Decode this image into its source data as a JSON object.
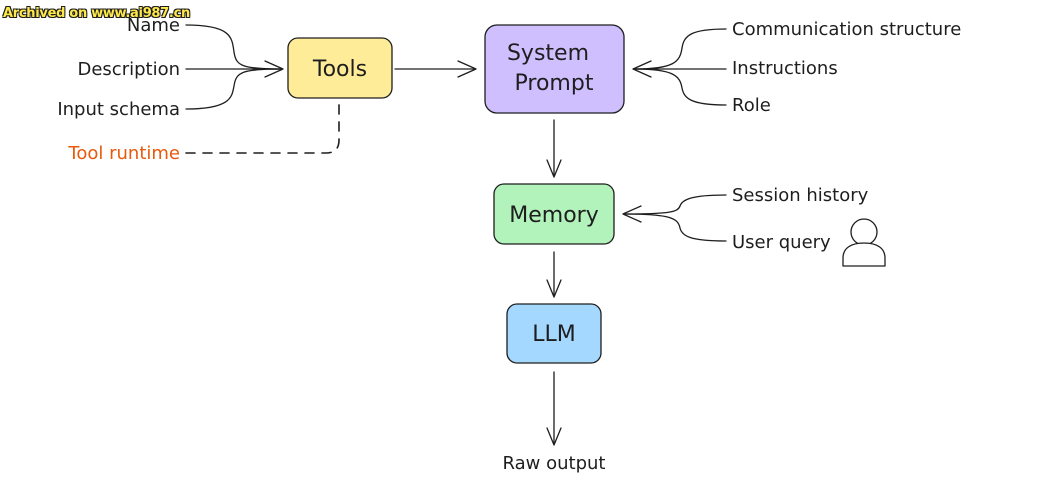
{
  "watermark": "Archived on www.ai987.cn",
  "colors": {
    "tools": "#ffec99",
    "system_prompt": "#d0bfff",
    "memory": "#b2f2bb",
    "llm": "#a5d8ff",
    "tool_runtime_text": "#e8590c",
    "stroke": "#1e1e1e"
  },
  "boxes": {
    "tools": "Tools",
    "system_prompt_line1": "System",
    "system_prompt_line2": "Prompt",
    "memory": "Memory",
    "llm": "LLM"
  },
  "tool_inputs": {
    "name": "Name",
    "description": "Description",
    "input_schema": "Input schema",
    "tool_runtime": "Tool runtime"
  },
  "prompt_inputs": {
    "communication_structure": "Communication structure",
    "instructions": "Instructions",
    "role": "Role"
  },
  "memory_inputs": {
    "session_history": "Session history",
    "user_query": "User query",
    "user_icon": "user-icon"
  },
  "output": "Raw output"
}
